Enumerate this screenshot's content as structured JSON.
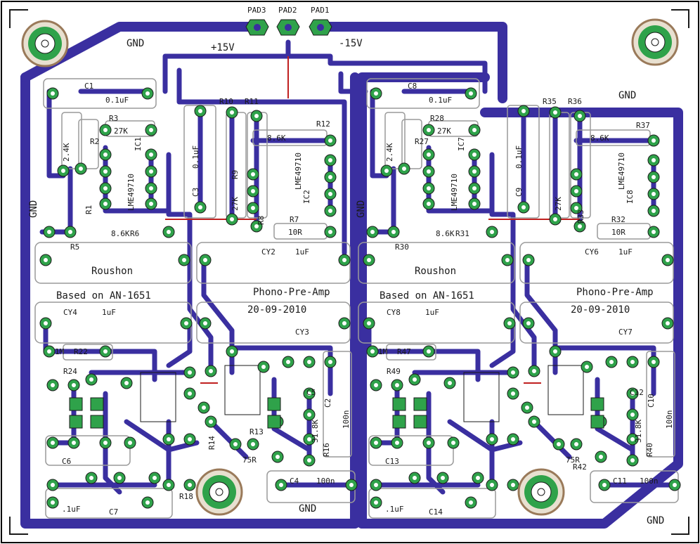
{
  "colors": {
    "trace": "#3a2fa0",
    "silk": "#1a1a1a",
    "outline": "#9a9a9a",
    "pad": "#2fa24a",
    "via_red": "#c0201f"
  },
  "pads_top": [
    {
      "label": "PAD3"
    },
    {
      "label": "PAD2"
    },
    {
      "label": "PAD1"
    }
  ],
  "rails": {
    "plus": "+15V",
    "minus": "-15V"
  },
  "gnd_labels": [
    "GND",
    "GND",
    "GND",
    "GND",
    "GND",
    "GND"
  ],
  "texts": {
    "roushon": "Roushon",
    "based_on": "Based on AN-1651",
    "phono": "Phono-Pre-Amp",
    "date": "20-09-2010"
  },
  "left": {
    "caps": [
      "C1",
      "C2",
      "C3",
      "C4",
      "C5",
      "C6",
      "C7"
    ],
    "caps_values": [
      "0.1uF",
      "0.1uF",
      "100n",
      "100n",
      ".1uF"
    ],
    "cy": [
      "CY2",
      "CY3",
      "CY4"
    ],
    "cy_values": [
      "1uF",
      "1uF"
    ],
    "res": [
      "R1",
      "R2",
      "R3",
      "R5",
      "R6",
      "R7",
      "R8",
      "R9",
      "R10",
      "R11",
      "R12",
      "R13",
      "R14",
      "R16",
      "R18",
      "R22",
      "R24"
    ],
    "res_values": [
      "27K",
      "27K",
      "8.6K",
      "8.6K",
      "10R",
      "75R",
      "31.8K",
      "2.4K",
      "1M"
    ],
    "ic": [
      "IC1",
      "IC2"
    ],
    "ic_parts": [
      "LME49710",
      "LME49710"
    ]
  },
  "right": {
    "caps": [
      "C8",
      "C9",
      "C10",
      "C11",
      "C12",
      "C13",
      "C14"
    ],
    "caps_values": [
      "0.1uF",
      "0.1uF",
      "100n",
      "100n",
      ".1uF"
    ],
    "cy": [
      "CY6",
      "CY7",
      "CY8"
    ],
    "cy_values": [
      "1uF",
      "1uF"
    ],
    "res": [
      "R27",
      "R28",
      "R30",
      "R31",
      "R32",
      "R33",
      "R35",
      "R36",
      "R37",
      "R40",
      "R42",
      "R47",
      "R49"
    ],
    "res_values": [
      "27K",
      "27K",
      "8.6K",
      "8.6K",
      "10R",
      "75R",
      "31.8K",
      "2.4K",
      "1M"
    ],
    "ic": [
      "IC7",
      "IC8"
    ],
    "ic_parts": [
      "LME49710",
      "LME49710"
    ]
  }
}
